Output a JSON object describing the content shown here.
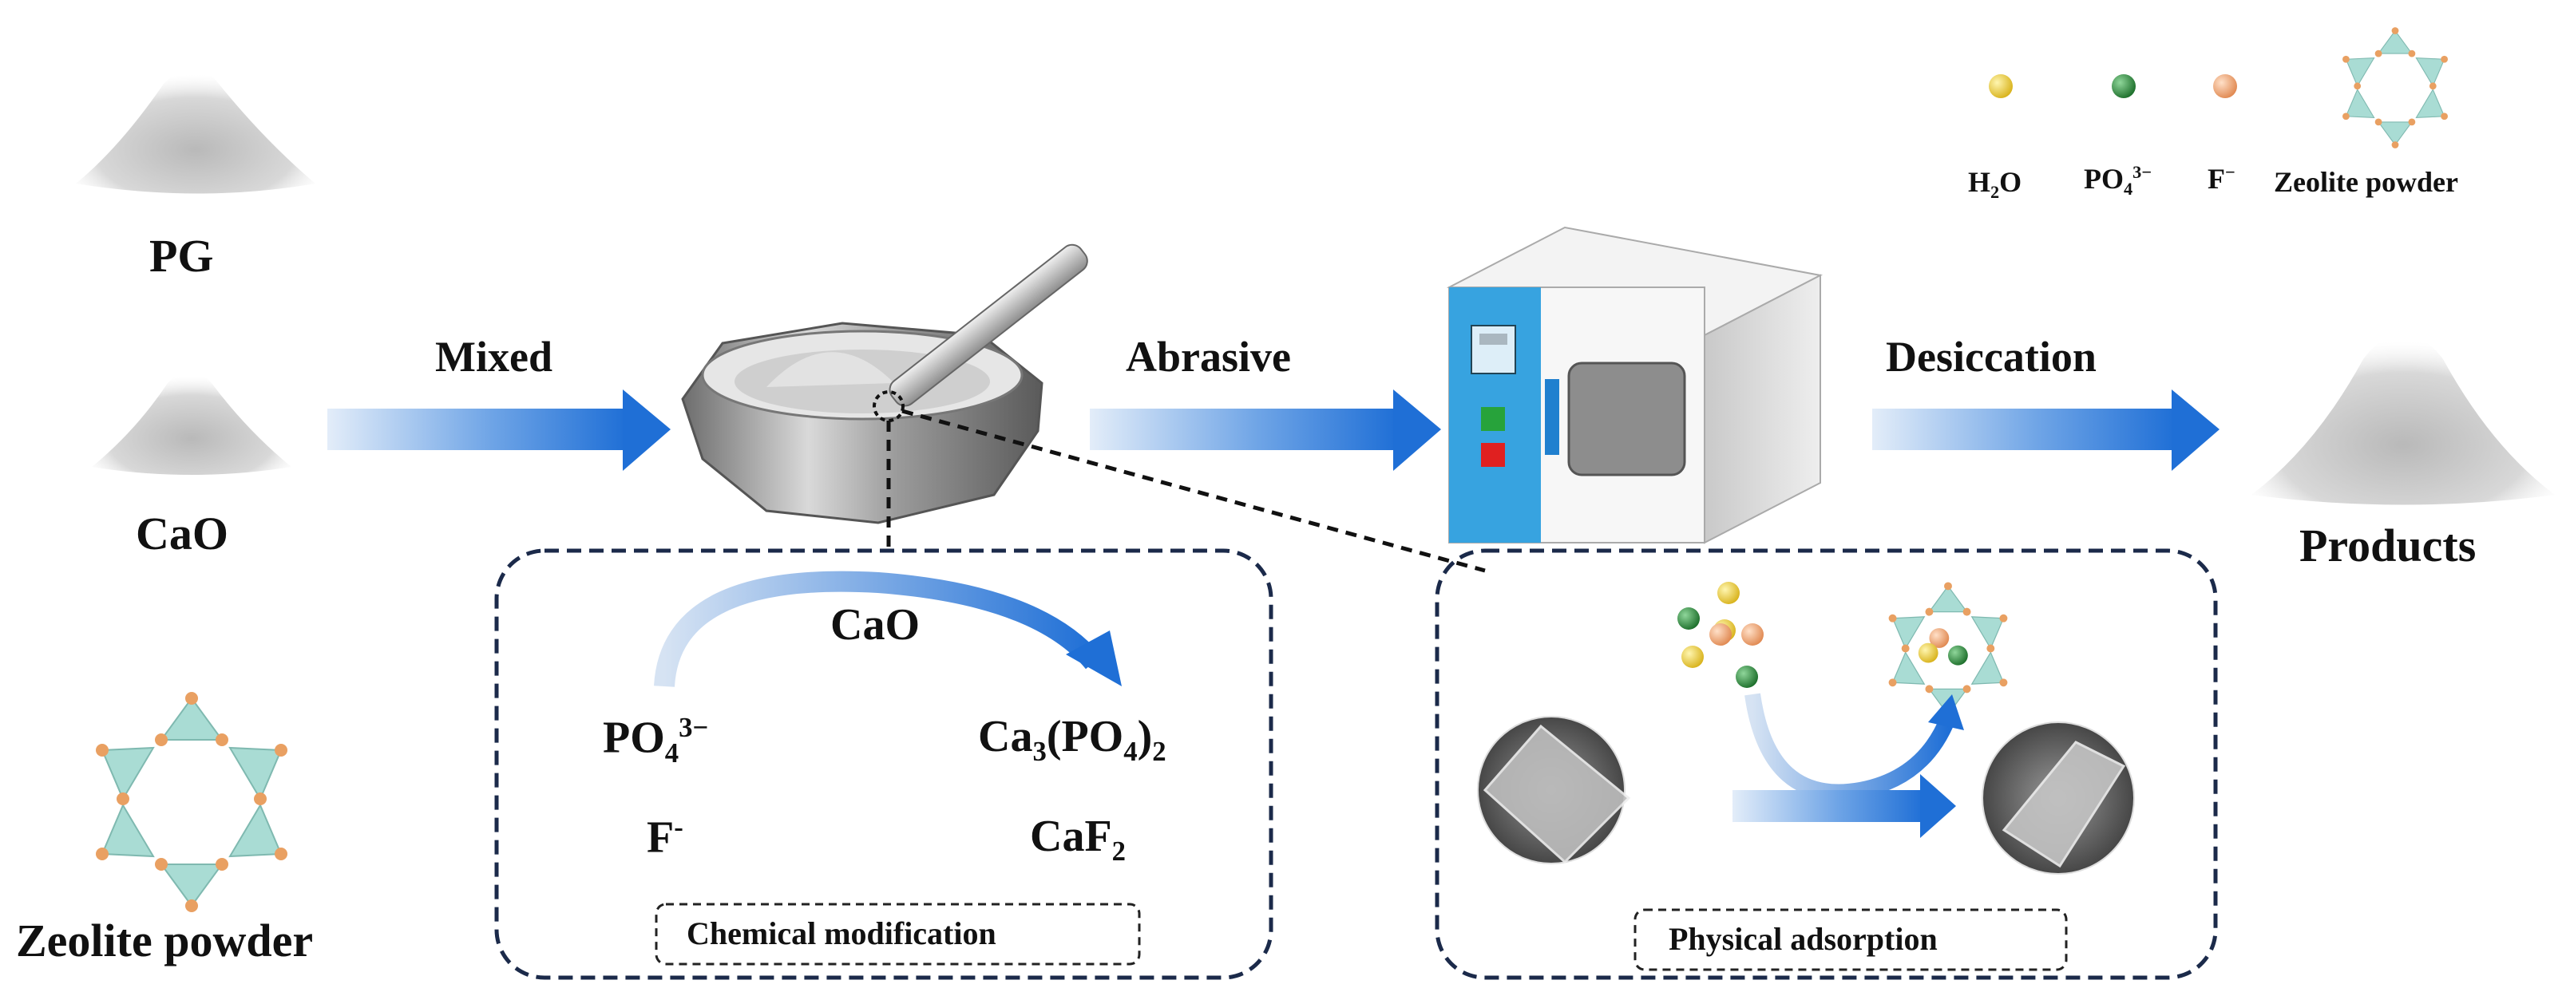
{
  "inputs": {
    "pg_label": "PG",
    "cao_label": "CaO",
    "zeolite_label": "Zeolite powder"
  },
  "steps": {
    "mixed": "Mixed",
    "abrasive": "Abrasive",
    "desiccation": "Desiccation"
  },
  "output": {
    "products_label": "Products"
  },
  "legend": {
    "items": [
      {
        "name": "H2O",
        "color": "#f2d23c"
      },
      {
        "name": "PO4 3-",
        "color": "#2c8a3a"
      },
      {
        "name": "F-",
        "color": "#f0a070"
      },
      {
        "name": "Zeolite powder",
        "color": "#9fd4cc"
      }
    ],
    "h2o": {
      "base": "H",
      "sub": "2",
      "tail": "O"
    },
    "po4": {
      "base": "PO",
      "sub": "4",
      "sup": "3−"
    },
    "f": {
      "base": "F",
      "sup": "−"
    },
    "zeolite": "Zeolite powder"
  },
  "chemical_box": {
    "title": "Chemical modification",
    "reagent": "CaO",
    "reactant1": {
      "base": "PO",
      "sub": "4",
      "sup": "3−"
    },
    "reactant2": {
      "base": "F",
      "sup": "-"
    },
    "product1": {
      "a": "Ca",
      "a_sub": "3",
      "b": "(PO",
      "b_sub": "4",
      "c": ")",
      "c_sub": "2"
    },
    "product2": {
      "a": "CaF",
      "a_sub": "2"
    }
  },
  "physical_box": {
    "title": "Physical adsorption"
  },
  "colors": {
    "arrow_blue": "#1f6fd6",
    "arrow_light": "#dce9f8",
    "box_border": "#1b2a4a",
    "oven_blue": "#37a3e0"
  }
}
